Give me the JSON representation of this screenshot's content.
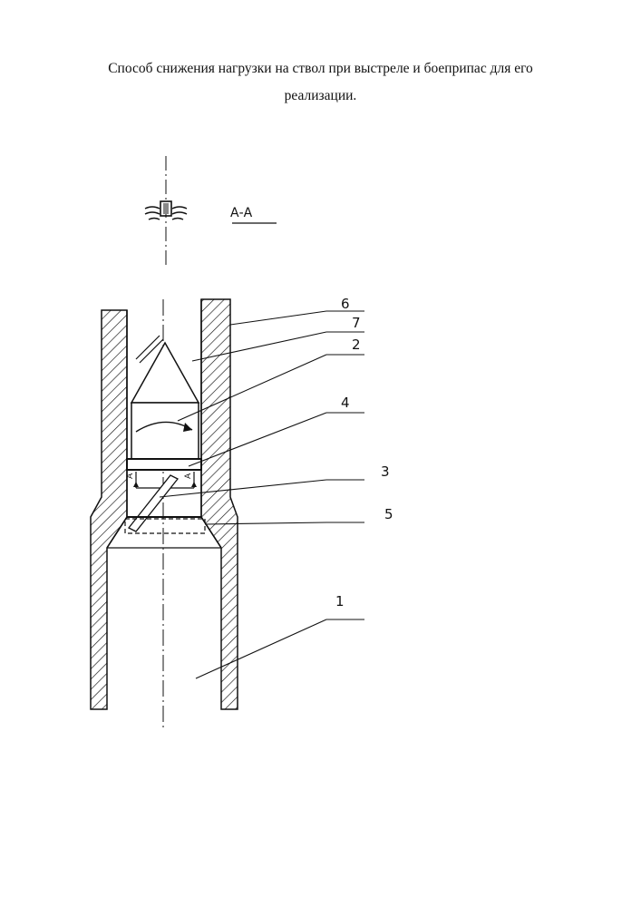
{
  "title": {
    "line1": "Способ снижения нагрузки на ствол при выстреле и  боеприпас  для его",
    "line2": "реализации."
  },
  "section_label": "А-А",
  "cut_marks": {
    "left": "А",
    "right": "А",
    "number": "1"
  },
  "callouts": {
    "c6": "6",
    "c7": "7",
    "c2": "2",
    "c4": "4",
    "c3": "3",
    "c5": "5",
    "c1": "1"
  },
  "colors": {
    "ink": "#111111",
    "paper": "#ffffff"
  }
}
